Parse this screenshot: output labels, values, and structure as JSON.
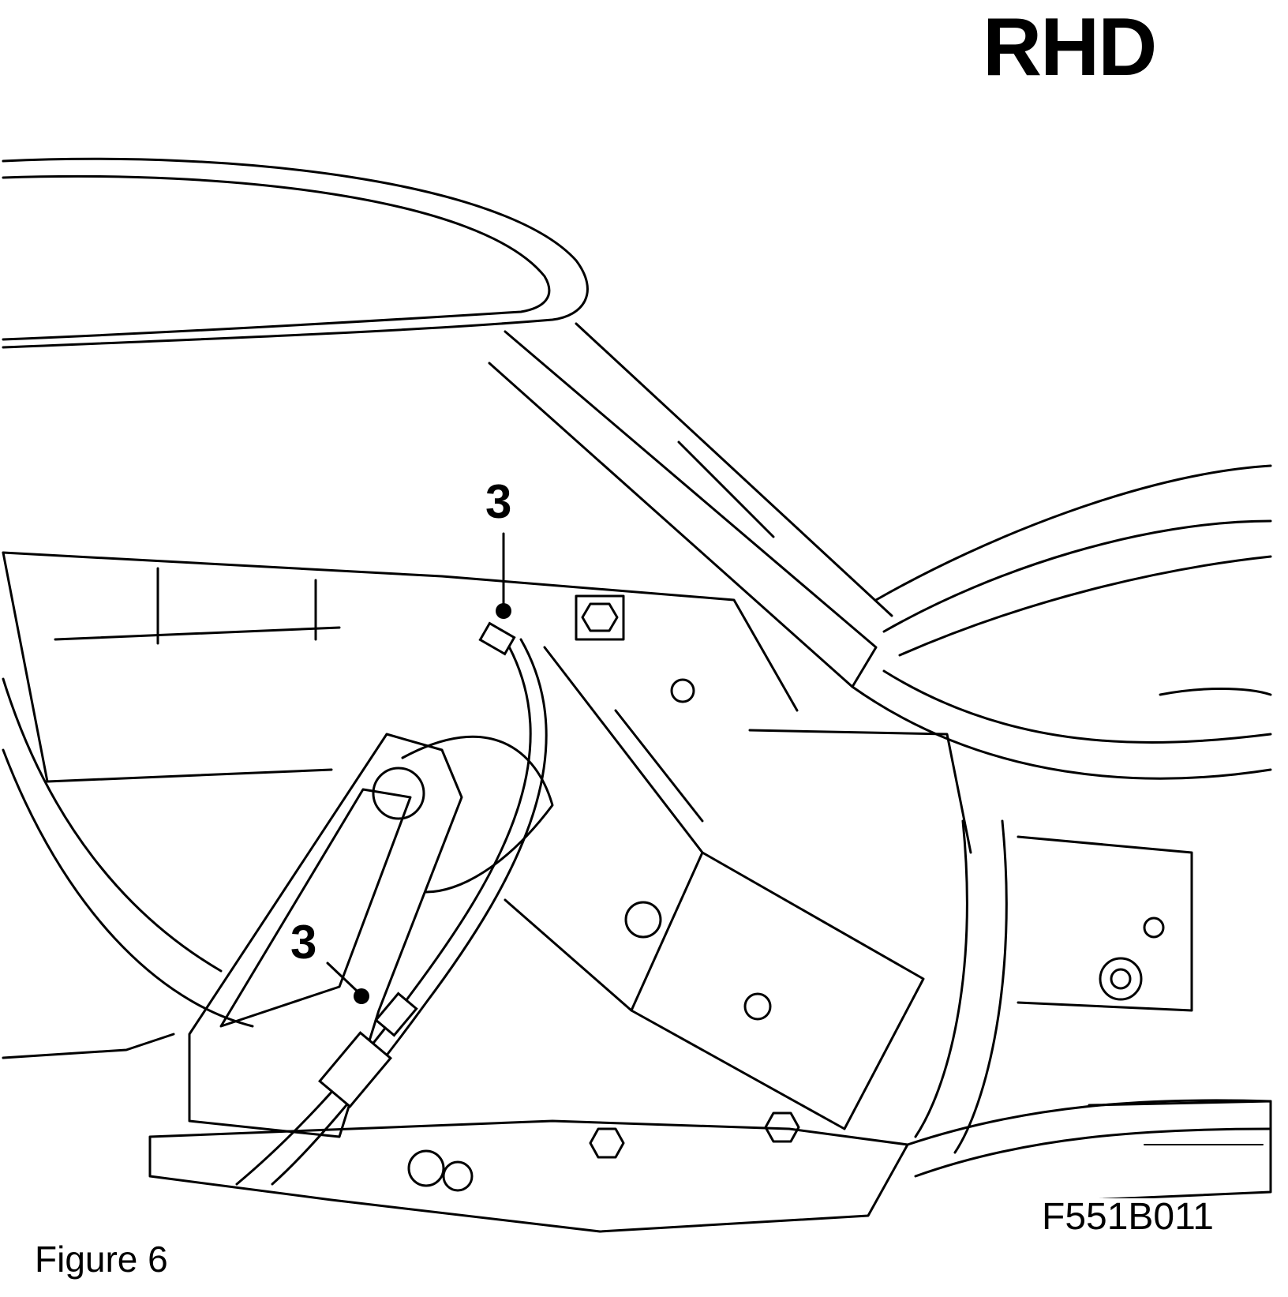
{
  "drive_label": "RHD",
  "figure_caption": "Figure 6",
  "drawing_code": "F551B011",
  "callouts": [
    {
      "label": "3"
    },
    {
      "label": "3"
    }
  ]
}
